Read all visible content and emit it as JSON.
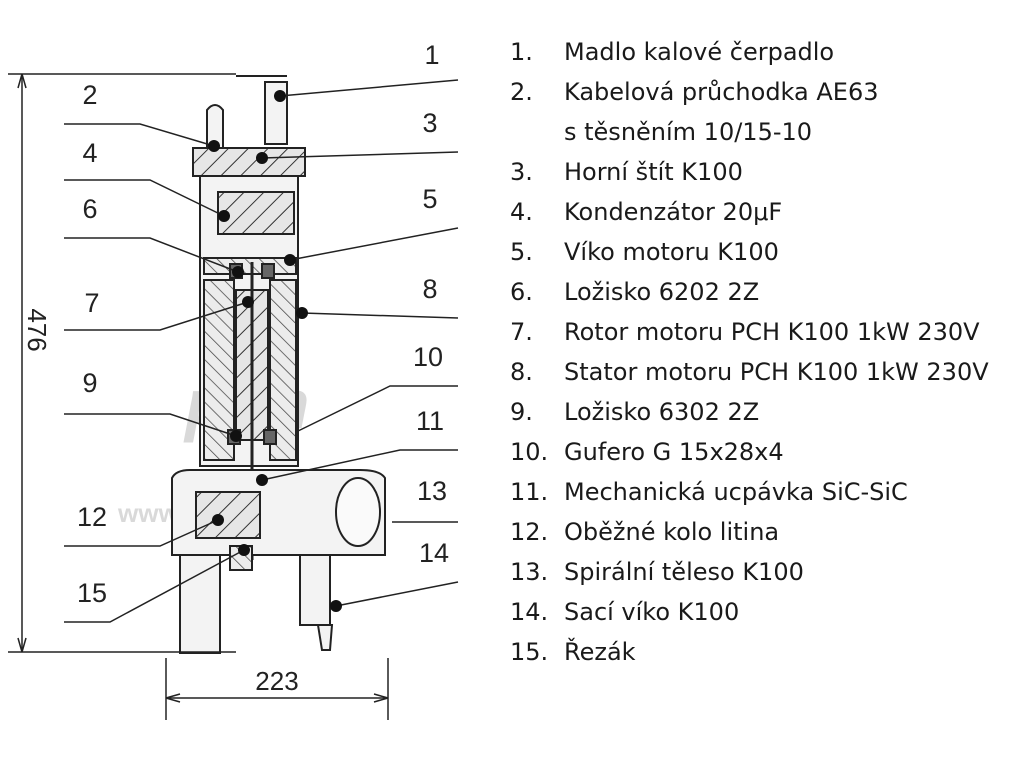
{
  "callout_numbers": [
    "1",
    "2",
    "3",
    "4",
    "5",
    "6",
    "7",
    "8",
    "9",
    "10",
    "11",
    "12",
    "13",
    "14",
    "15"
  ],
  "dimensions": {
    "height": "476",
    "width": "223"
  },
  "watermark": {
    "logo": "pch",
    "url": "www.pumpicko.cz"
  },
  "legend": [
    {
      "num": "1.",
      "lines": [
        "Madlo kalové čerpadlo"
      ]
    },
    {
      "num": "2.",
      "lines": [
        "Kabelová průchodka AE63",
        "s těsněním 10/15-10"
      ]
    },
    {
      "num": "3.",
      "lines": [
        "Horní štít K100"
      ]
    },
    {
      "num": "4.",
      "lines": [
        "Kondenzátor 20μF"
      ]
    },
    {
      "num": "5.",
      "lines": [
        "Víko motoru K100"
      ]
    },
    {
      "num": "6.",
      "lines": [
        "Ložisko 6202 2Z"
      ]
    },
    {
      "num": "7.",
      "lines": [
        "Rotor motoru PCH K100 1kW 230V"
      ]
    },
    {
      "num": "8.",
      "lines": [
        "Stator motoru PCH K100 1kW 230V"
      ]
    },
    {
      "num": "9.",
      "lines": [
        "Ložisko 6302 2Z"
      ]
    },
    {
      "num": "10.",
      "lines": [
        "Gufero G 15x28x4"
      ]
    },
    {
      "num": "11.",
      "lines": [
        "Mechanická ucpávka SiC-SiC"
      ]
    },
    {
      "num": "12.",
      "lines": [
        "Oběžné kolo litina"
      ]
    },
    {
      "num": "13.",
      "lines": [
        "Spirální těleso K100"
      ]
    },
    {
      "num": "14.",
      "lines": [
        "Sací víko K100"
      ]
    },
    {
      "num": "15.",
      "lines": [
        "Řezák"
      ]
    }
  ]
}
